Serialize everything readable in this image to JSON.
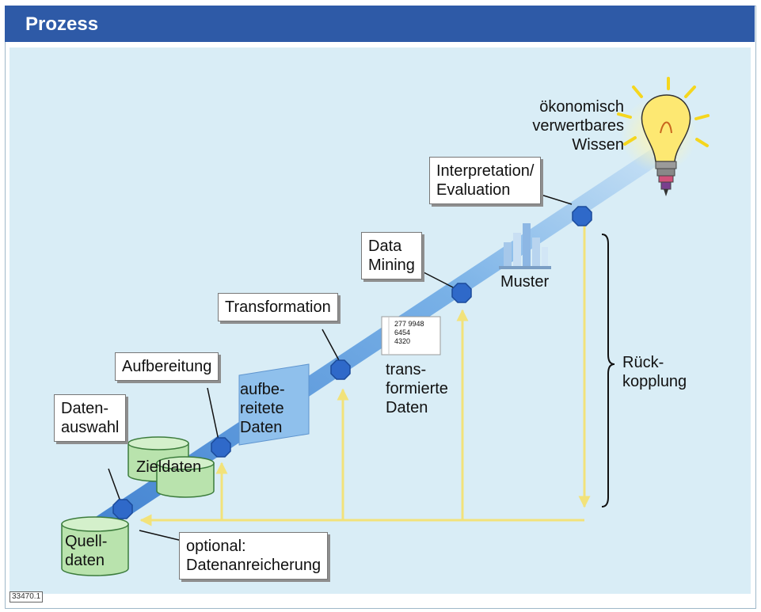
{
  "header": {
    "title": "Prozess"
  },
  "labels": {
    "quelldaten": "Quell-\ndaten",
    "zieldaten": "Zieldaten",
    "aufbereitete_daten": "aufbe-\nreitete\nDaten",
    "transformierte_daten": "trans-\nformierte\nDaten",
    "muster": "Muster",
    "wissen": "ökonomisch\nverwertbares Wissen",
    "rueckkopplung": "Rück-\nkopplung",
    "optional": "optional:\nDatenanreicherung"
  },
  "steps": {
    "datenauswahl": "Daten-\nauswahl",
    "aufbereitung": "Aufbereitung",
    "transformation": "Transformation",
    "data_mining": "Data\nMining",
    "interpretation": "Interpretation/\nEvaluation"
  },
  "document_numbers": "277 9948\n6454\n4320",
  "figure_code": "33470.1",
  "colors": {
    "header": "#2e5aa7",
    "background": "#d9edf6",
    "ramp": "#4f8fd6",
    "node": "#2f69c9",
    "arrow": "#f2e27a",
    "cylinder": "#bde6b2"
  }
}
